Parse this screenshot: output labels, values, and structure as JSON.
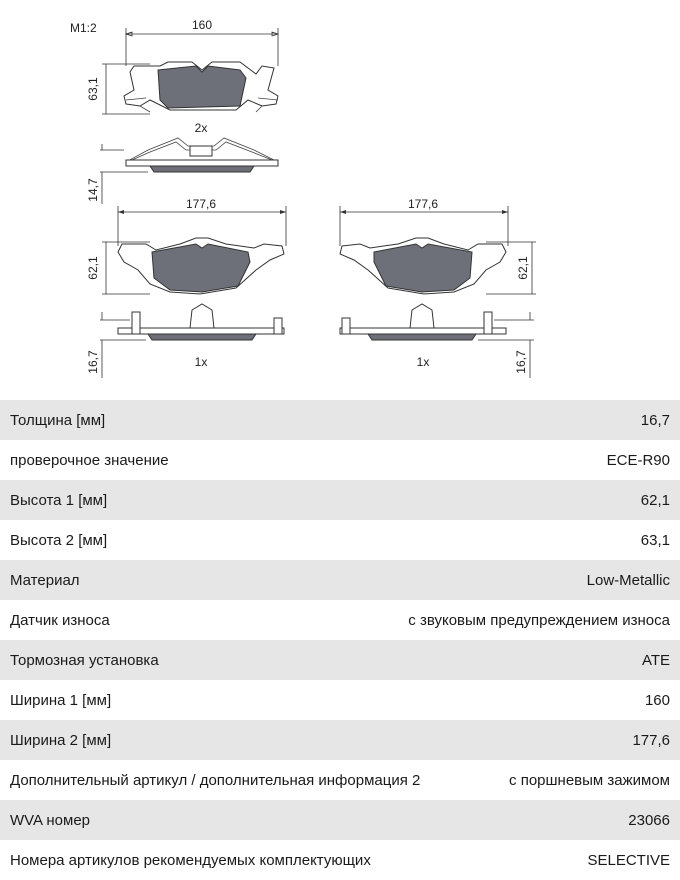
{
  "drawing": {
    "scale": "M1:2",
    "dim_width_top": "160",
    "dim_height_top": "63,1",
    "qty_top": "2x",
    "dim_thickness_top": "14,7",
    "dim_width_left": "177,6",
    "dim_height_left": "62,1",
    "qty_left": "1x",
    "dim_thickness_left": "16,7",
    "dim_width_right": "177,6",
    "dim_height_right": "62,1",
    "qty_right": "1x",
    "dim_thickness_right": "16,7"
  },
  "spec_rows": [
    {
      "label": "Толщина [мм]",
      "value": "16,7"
    },
    {
      "label": "проверочное значение",
      "value": "ECE-R90"
    },
    {
      "label": "Высота 1 [мм]",
      "value": "62,1"
    },
    {
      "label": "Высота 2 [мм]",
      "value": "63,1"
    },
    {
      "label": "Материал",
      "value": "Low-Metallic"
    },
    {
      "label": "Датчик износа",
      "value": "с звуковым предупреждением износа"
    },
    {
      "label": "Тормозная установка",
      "value": "ATE"
    },
    {
      "label": "Ширина 1 [мм]",
      "value": "160"
    },
    {
      "label": "Ширина 2 [мм]",
      "value": "177,6"
    },
    {
      "label": "Дополнительный артикул / дополнительная информация 2",
      "value": "с поршневым зажимом"
    },
    {
      "label": "WVA номер",
      "value": "23066"
    },
    {
      "label": "Номера артикулов рекомендуемых комплектующих",
      "value": "SELECTIVE"
    }
  ]
}
